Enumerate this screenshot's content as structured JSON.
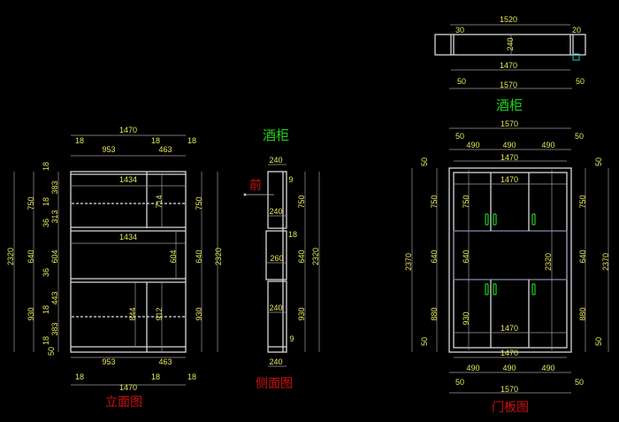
{
  "elevation": {
    "title": "立面图",
    "labels": [
      "1470",
      "18",
      "953",
      "18",
      "463",
      "18",
      "1434",
      "714",
      "1434",
      "604",
      "844",
      "912",
      "2320",
      "750",
      "640",
      "930",
      "18",
      "383",
      "18",
      "313",
      "36",
      "604",
      "36",
      "443",
      "18",
      "383",
      "18",
      "50",
      "750",
      "640",
      "930",
      "2320",
      "953",
      "463",
      "18",
      "18",
      "18",
      "1470"
    ]
  },
  "side": {
    "title": "侧面图",
    "cabinet_label": "酒柜",
    "front_label": "前",
    "labels": [
      "240",
      "9",
      "240",
      "18",
      "260",
      "240",
      "9",
      "240",
      "750",
      "640",
      "930",
      "2320"
    ]
  },
  "plan": {
    "title": "酒柜",
    "labels": [
      "1520",
      "30",
      "20",
      "240",
      "1470",
      "50",
      "50",
      "1570"
    ]
  },
  "door": {
    "title": "门板图",
    "labels": [
      "1570",
      "50",
      "490",
      "490",
      "490",
      "50",
      "1470",
      "1470",
      "750",
      "640",
      "2320",
      "930",
      "1470",
      "1470",
      "2370",
      "50",
      "750",
      "640",
      "880",
      "50",
      "50",
      "750",
      "640",
      "880",
      "50",
      "2370",
      "490",
      "490",
      "490",
      "50",
      "50",
      "1570"
    ]
  },
  "colors": {
    "dimension": "#e6e65c",
    "title_red": "#d01010",
    "title_green": "#1ed21e",
    "handle": "#1ed21e",
    "marker": "#20c8d0"
  }
}
